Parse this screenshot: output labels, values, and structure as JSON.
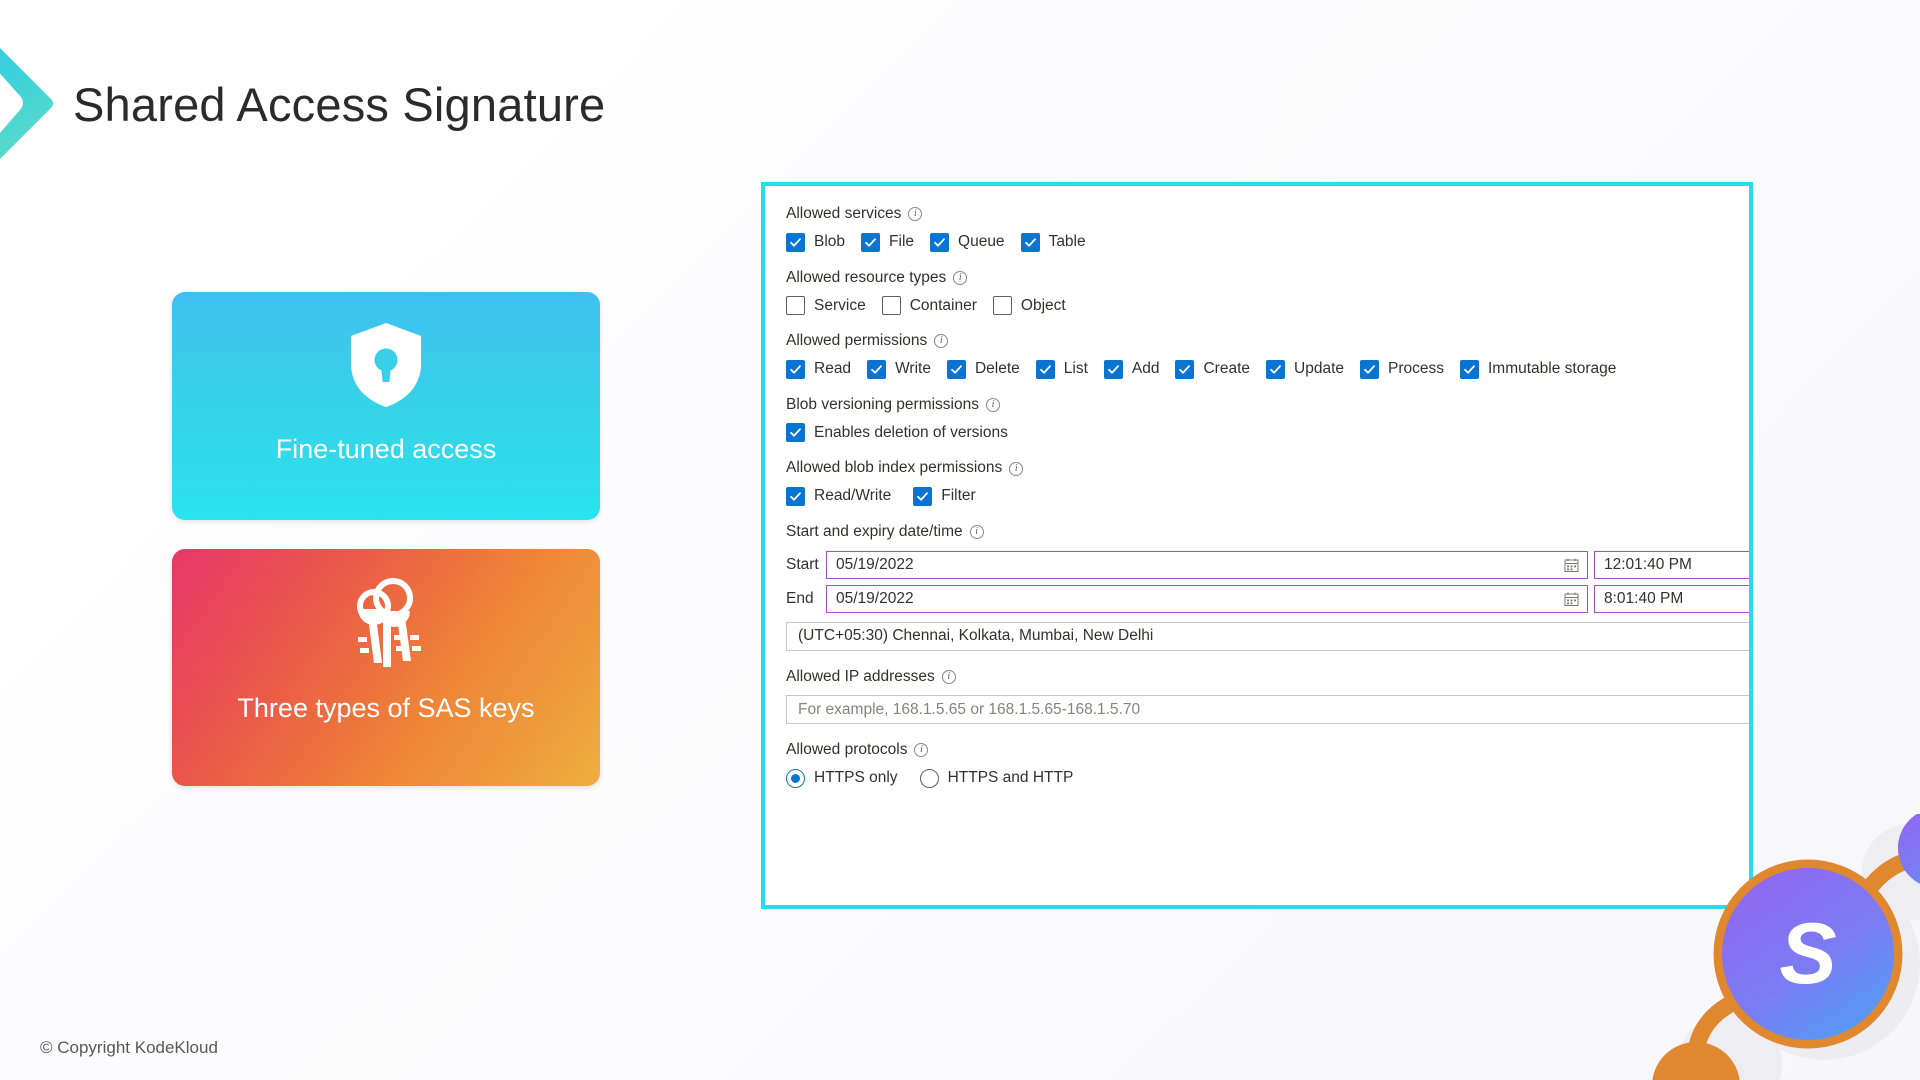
{
  "slide": {
    "title": "Shared Access Signature",
    "footer": "© Copyright KodeKloud",
    "logo_letter": "S",
    "colors": {
      "accent_cyan": "#28dcf0",
      "checkbox_blue": "#0a74d1",
      "date_field_border": "#a84fc4",
      "card_blue_top": "#3fc0f0",
      "card_blue_bottom": "#2ae3ef",
      "card_orange_start": "#e8376a",
      "card_orange_end": "#eeae40",
      "logo_purple": "#8b6ef0",
      "logo_blue": "#4f97f5",
      "logo_orange": "#e08830"
    }
  },
  "cards": [
    {
      "icon": "shield-keyhole-icon",
      "label": "Fine-tuned access"
    },
    {
      "icon": "key-ring-icon",
      "label": "Three types of SAS keys"
    }
  ],
  "panel": {
    "info_glyph": "i",
    "groups": {
      "allowed_services": {
        "label": "Allowed services",
        "options": [
          {
            "label": "Blob",
            "checked": true
          },
          {
            "label": "File",
            "checked": true
          },
          {
            "label": "Queue",
            "checked": true
          },
          {
            "label": "Table",
            "checked": true
          }
        ]
      },
      "allowed_resource_types": {
        "label": "Allowed resource types",
        "options": [
          {
            "label": "Service",
            "checked": false
          },
          {
            "label": "Container",
            "checked": false
          },
          {
            "label": "Object",
            "checked": false
          }
        ]
      },
      "allowed_permissions": {
        "label": "Allowed permissions",
        "options": [
          {
            "label": "Read",
            "checked": true
          },
          {
            "label": "Write",
            "checked": true
          },
          {
            "label": "Delete",
            "checked": true
          },
          {
            "label": "List",
            "checked": true
          },
          {
            "label": "Add",
            "checked": true
          },
          {
            "label": "Create",
            "checked": true
          },
          {
            "label": "Update",
            "checked": true
          },
          {
            "label": "Process",
            "checked": true
          },
          {
            "label": "Immutable storage",
            "checked": true
          }
        ]
      },
      "blob_versioning_permissions": {
        "label": "Blob versioning permissions",
        "options": [
          {
            "label": "Enables deletion of versions",
            "checked": true
          }
        ]
      },
      "allowed_blob_index_permissions": {
        "label": "Allowed blob index permissions",
        "options": [
          {
            "label": "Read/Write",
            "checked": true
          },
          {
            "label": "Filter",
            "checked": true
          }
        ]
      },
      "start_and_expiry": {
        "label": "Start and expiry date/time",
        "start_label": "Start",
        "start_date": "05/19/2022",
        "start_time": "12:01:40 PM",
        "end_label": "End",
        "end_date": "05/19/2022",
        "end_time": "8:01:40 PM",
        "timezone": "(UTC+05:30) Chennai, Kolkata, Mumbai, New Delhi"
      },
      "allowed_ip_addresses": {
        "label": "Allowed IP addresses",
        "placeholder": "For example, 168.1.5.65 or 168.1.5.65-168.1.5.70",
        "value": ""
      },
      "allowed_protocols": {
        "label": "Allowed protocols",
        "options": [
          {
            "label": "HTTPS only",
            "selected": true
          },
          {
            "label": "HTTPS and HTTP",
            "selected": false
          }
        ]
      }
    }
  }
}
